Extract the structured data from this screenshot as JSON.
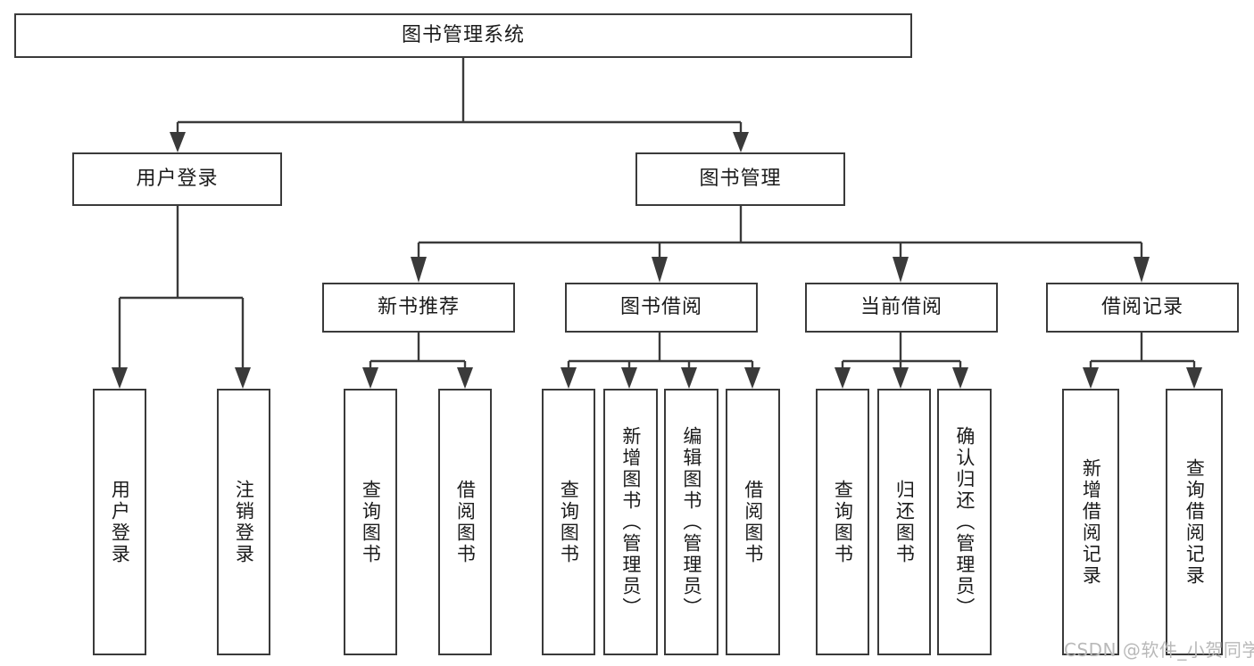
{
  "diagram": {
    "type": "tree-hierarchy",
    "title": "图书管理系统",
    "root": {
      "label": "图书管理系统"
    },
    "level2": [
      {
        "label": "用户登录"
      },
      {
        "label": "图书管理"
      }
    ],
    "level3": [
      {
        "label": "新书推荐"
      },
      {
        "label": "图书借阅"
      },
      {
        "label": "当前借阅"
      },
      {
        "label": "借阅记录"
      }
    ],
    "leaves": {
      "user_login": [
        {
          "label": "用户登录"
        },
        {
          "label": "注销登录"
        }
      ],
      "new_book_recommend": [
        {
          "label": "查询图书"
        },
        {
          "label": "借阅图书"
        }
      ],
      "book_borrow": [
        {
          "label": "查询图书"
        },
        {
          "label": "新增图书（管理员）"
        },
        {
          "label": "编辑图书（管理员）"
        },
        {
          "label": "借阅图书"
        }
      ],
      "current_borrow": [
        {
          "label": "查询图书"
        },
        {
          "label": "归还图书"
        },
        {
          "label": "确认归还（管理员）"
        }
      ],
      "borrow_record": [
        {
          "label": "新增借阅记录"
        },
        {
          "label": "查询借阅记录"
        }
      ]
    }
  },
  "watermark": {
    "text": "CSDN @软件_小贺同学"
  },
  "colors": {
    "stroke": "#3a3a3a",
    "text": "#1b1b1b",
    "background": "#ffffff",
    "watermark": "#b9b9b9"
  }
}
